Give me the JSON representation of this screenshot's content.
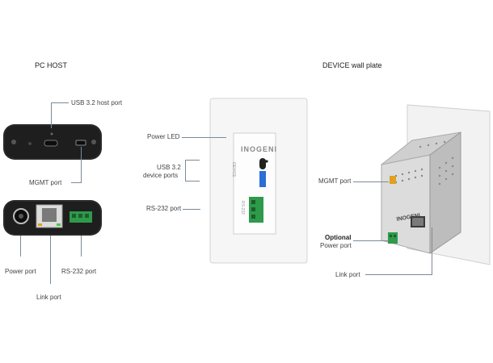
{
  "headings": {
    "pc_host": "PC HOST",
    "device_wall_plate": "DEVICE wall plate"
  },
  "pc_host_labels": {
    "usb_host_port": "USB 3.2 host port",
    "mgmt_port": "MGMT port",
    "power_port": "Power port",
    "rs232_port": "RS-232 port",
    "link_port": "Link port"
  },
  "wall_plate_front_labels": {
    "power_led": "Power LED",
    "usb_device_ports_line1": "USB 3.2",
    "usb_device_ports_line2": "device ports",
    "rs232_port": "RS-232 port"
  },
  "wall_plate_side_labels": {
    "mgmt_port": "MGMT port",
    "optional_line1": "Optional",
    "optional_line2": "Power port",
    "link_port": "Link port"
  },
  "device_text": {
    "brand": "INOGENI",
    "device_vertical": "DEVICE",
    "rs232_vertical": "RS-232",
    "side_brand": "INOGENI"
  },
  "colors": {
    "rs232_connector": "#2e9a4a",
    "usb_blue": "#2b6fd6",
    "host_body": "#2a2a2a",
    "leader_line": "#7a8a9a"
  }
}
